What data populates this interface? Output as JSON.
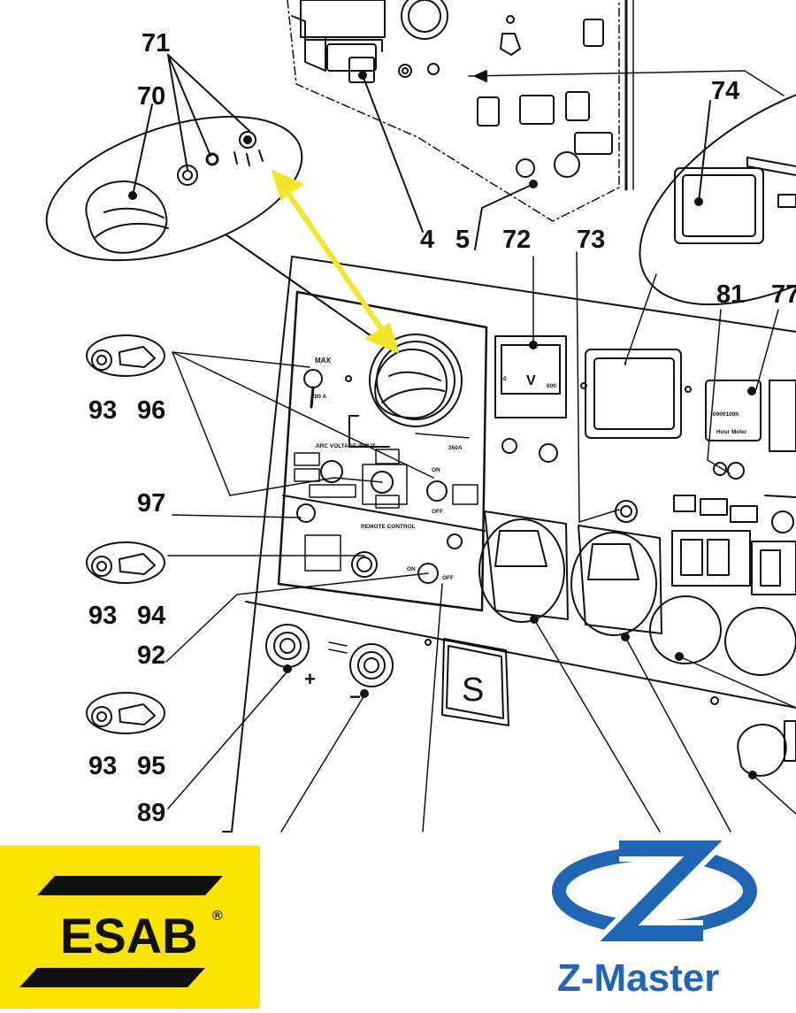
{
  "callouts": {
    "n71": "71",
    "n70": "70",
    "n74": "74",
    "n4": "4",
    "n5": "5",
    "n72": "72",
    "n73": "73",
    "n81": "81",
    "n77": "77",
    "n93a": "93",
    "n96": "96",
    "n97": "97",
    "n93b": "93",
    "n94": "94",
    "n92": "92",
    "n93c": "93",
    "n95": "95",
    "n89": "89"
  },
  "panel_labels": {
    "max": "MAX",
    "amps_min": "200 A",
    "amps_max": "350A",
    "arc_voltage": "ARC VOLTAGE INPUT",
    "remote_control": "REMOTE CONTROL",
    "on": "ON",
    "off": "OFF",
    "on2": "ON",
    "off2": "OFF",
    "volt_v": "V",
    "volt_min": "0",
    "volt_max": "600",
    "hour_digits": "0000100h",
    "hour_caption": "Hour Meter",
    "socket_s": "S",
    "plus": "+",
    "minus": "−"
  },
  "colors": {
    "arrow": "#f2e52a",
    "line": "#111111",
    "esab_bg": "#fbe400",
    "esab_ink": "#111111",
    "zm_blue": "#1f66b4"
  },
  "logos": {
    "esab": "ESAB",
    "esab_reg": "®",
    "zmaster": "Z-Master"
  }
}
